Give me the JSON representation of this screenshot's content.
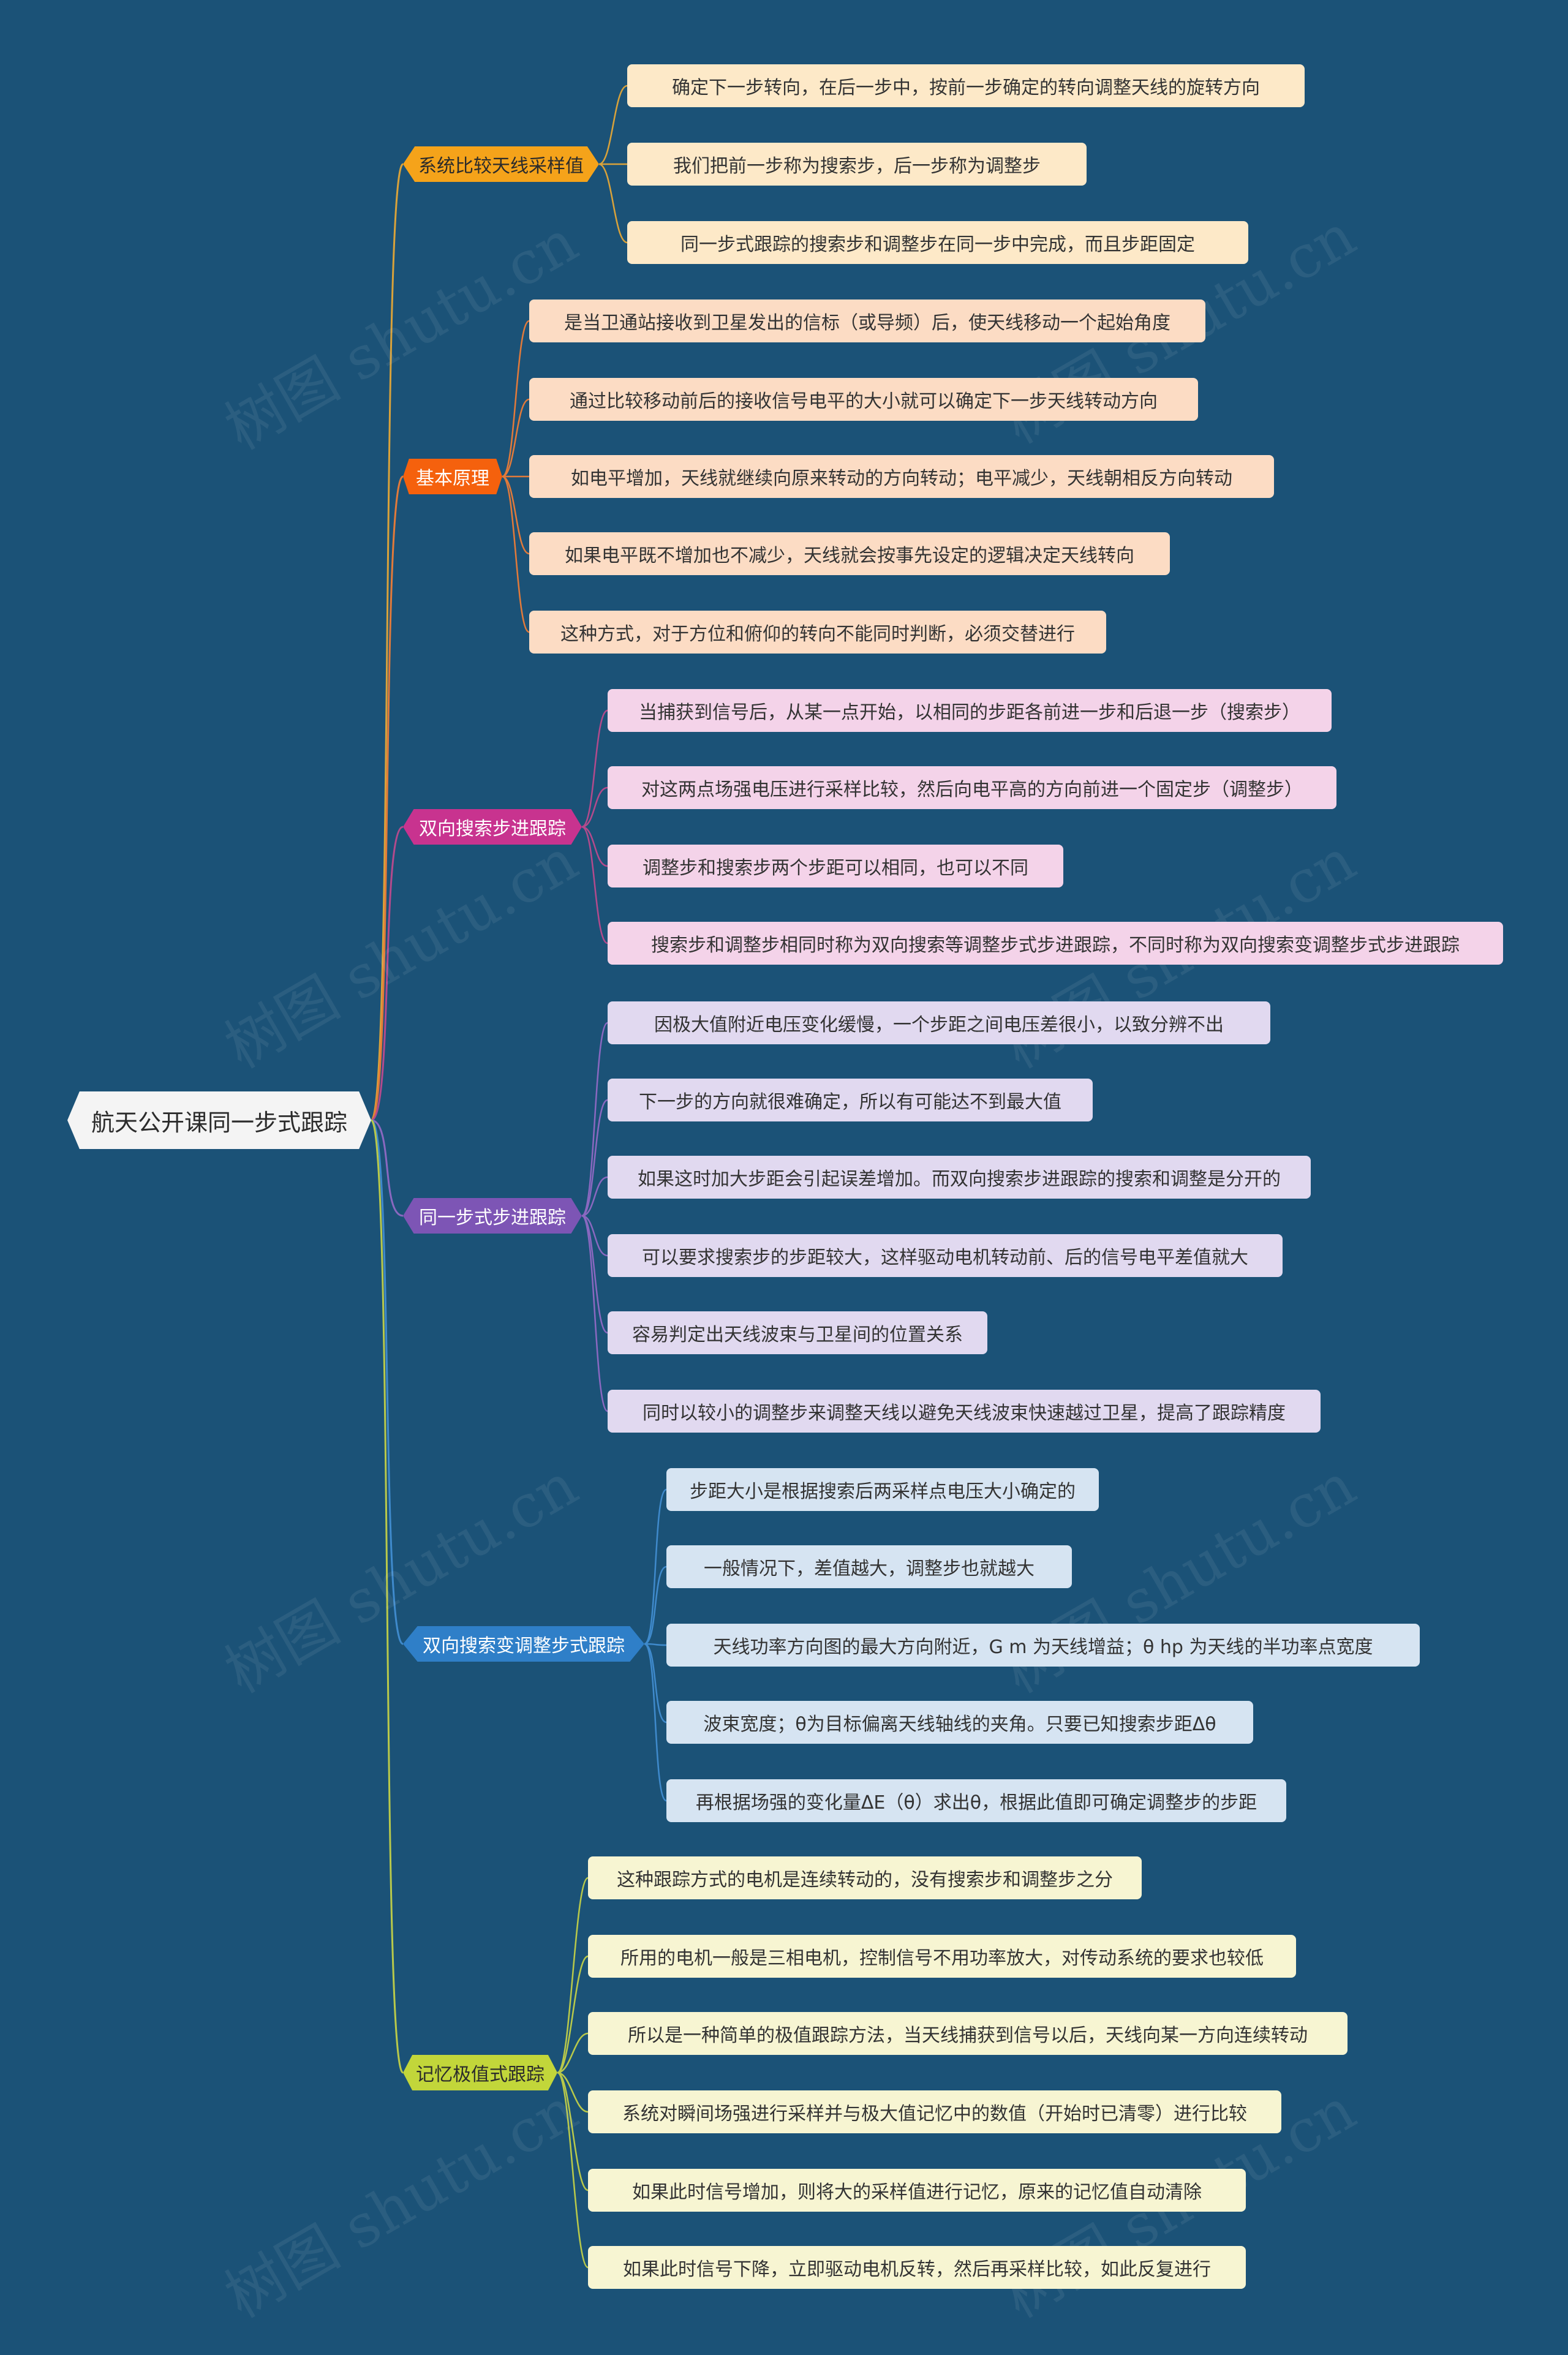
{
  "watermark": "树图 shutu.cn",
  "root": {
    "label": "航天公开课同一步式跟踪"
  },
  "branches": [
    {
      "label": "系统比较天线采样值",
      "color": "#f5a31a",
      "text_color": "#2b2b2b",
      "leaf_bg": "#fde9c8",
      "line": "#d9a23a",
      "items": [
        "确定下一步转向，在后一步中，按前一步确定的转向调整天线的旋转方向",
        "我们把前一步称为搜索步，后一步称为调整步",
        "同一步式跟踪的搜索步和调整步在同一步中完成，而且步距固定"
      ]
    },
    {
      "label": "基本原理",
      "color": "#f5610d",
      "text_color": "#ffffff",
      "leaf_bg": "#fcdcc4",
      "line": "#e27a3a",
      "items": [
        "是当卫通站接收到卫星发出的信标（或导频）后，使天线移动一个起始角度",
        "通过比较移动前后的接收信号电平的大小就可以确定下一步天线转动方向",
        "如电平增加，天线就继续向原来转动的方向转动；电平减少，天线朝相反方向转动",
        "如果电平既不增加也不减少，天线就会按事先设定的逻辑决定天线转向",
        "这种方式，对于方位和俯仰的转向不能同时判断，必须交替进行"
      ]
    },
    {
      "label": "双向搜索步进跟踪",
      "color": "#c8338f",
      "text_color": "#ffffff",
      "leaf_bg": "#f4d3e9",
      "line": "#b34a8c",
      "items": [
        "当捕获到信号后，从某一点开始，以相同的步距各前进一步和后退一步（搜索步）",
        "对这两点场强电压进行采样比较，然后向电平高的方向前进一个固定步（调整步）",
        "调整步和搜索步两个步距可以相同，也可以不同",
        "搜索步和调整步相同时称为双向搜索等调整步式步进跟踪，不同时称为双向搜索变调整步式步进跟踪"
      ]
    },
    {
      "label": "同一步式步进跟踪",
      "color": "#7d55b5",
      "text_color": "#ffffff",
      "leaf_bg": "#e1d9f0",
      "line": "#8a68c0",
      "items": [
        "因极大值附近电压变化缓慢，一个步距之间电压差很小，以致分辨不出",
        "下一步的方向就很难确定，所以有可能达不到最大值",
        "如果这时加大步距会引起误差增加。而双向搜索步进跟踪的搜索和调整是分开的",
        "可以要求搜索步的步距较大，这样驱动电机转动前、后的信号电平差值就大",
        "容易判定出天线波束与卫星间的位置关系",
        "同时以较小的调整步来调整天线以避免天线波束快速越过卫星，提高了跟踪精度"
      ]
    },
    {
      "label": "双向搜索变调整步式跟踪",
      "color": "#2f7fc8",
      "text_color": "#ffffff",
      "leaf_bg": "#d6e4f2",
      "line": "#3f8acc",
      "items": [
        "步距大小是根据搜索后两采样点电压大小确定的",
        "一般情况下，差值越大，调整步也就越大",
        "天线功率方向图的最大方向附近，G m 为天线增益；θ hp 为天线的半功率点宽度",
        "波束宽度；θ为目标偏离天线轴线的夹角。只要已知搜索步距Δθ",
        "再根据场强的变化量ΔE（θ）求出θ，根据此值即可确定调整步的步距"
      ]
    },
    {
      "label": "记忆极值式跟踪",
      "color": "#c2d63a",
      "text_color": "#2b2b2b",
      "leaf_bg": "#f7f5d2",
      "line": "#b9c94a",
      "items": [
        "这种跟踪方式的电机是连续转动的，没有搜索步和调整步之分",
        "所用的电机一般是三相电机，控制信号不用功率放大，对传动系统的要求也较低",
        "所以是一种简单的极值跟踪方法，当天线捕获到信号以后，天线向某一方向连续转动",
        "系统对瞬间场强进行采样并与极大值记忆中的数值（开始时已清零）进行比较",
        "如果此时信号增加，则将大的采样值进行记忆，原来的记忆值自动清除",
        "如果此时信号下降，立即驱动电机反转，然后再采样比较，如此反复进行"
      ]
    }
  ]
}
